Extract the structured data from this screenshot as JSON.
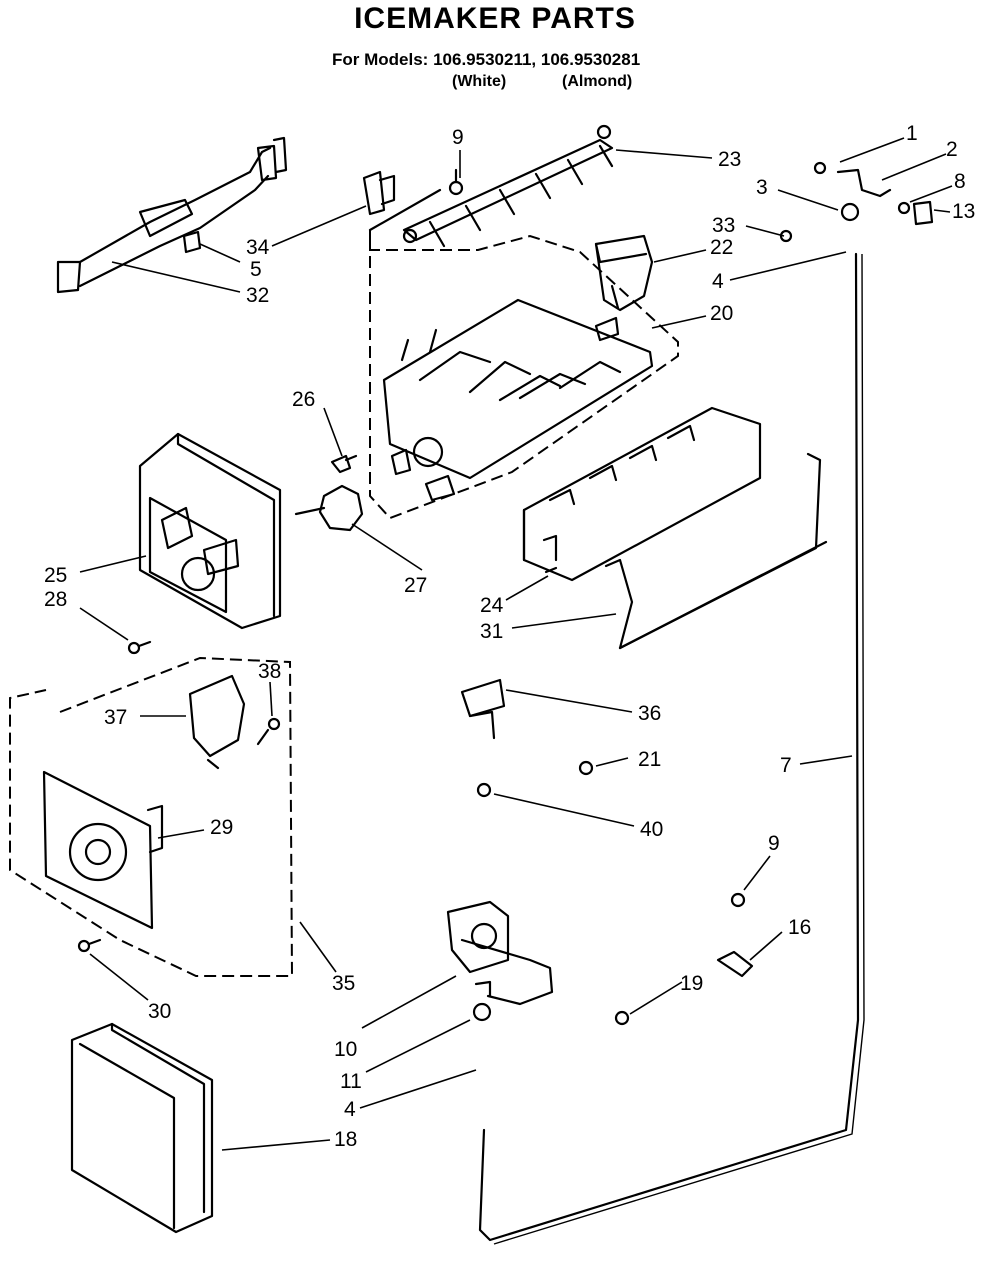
{
  "header": {
    "title": "ICEMAKER PARTS",
    "models_prefix": "For Models:",
    "model_white": "106.9530211,",
    "model_almond": "106.9530281",
    "variant_white": "(White)",
    "variant_almond": "(Almond)"
  },
  "callouts": [
    {
      "id": "c1",
      "text": "1"
    },
    {
      "id": "c2",
      "text": "2"
    },
    {
      "id": "c3",
      "text": "3"
    },
    {
      "id": "c8",
      "text": "8"
    },
    {
      "id": "c13",
      "text": "13"
    },
    {
      "id": "c33",
      "text": "33"
    },
    {
      "id": "c22",
      "text": "22"
    },
    {
      "id": "c4a",
      "text": "4"
    },
    {
      "id": "c23",
      "text": "23"
    },
    {
      "id": "c9a",
      "text": "9"
    },
    {
      "id": "c34",
      "text": "34"
    },
    {
      "id": "c5",
      "text": "5"
    },
    {
      "id": "c32",
      "text": "32"
    },
    {
      "id": "c20",
      "text": "20"
    },
    {
      "id": "c26",
      "text": "26"
    },
    {
      "id": "c27",
      "text": "27"
    },
    {
      "id": "c25",
      "text": "25"
    },
    {
      "id": "c28",
      "text": "28"
    },
    {
      "id": "c24",
      "text": "24"
    },
    {
      "id": "c31",
      "text": "31"
    },
    {
      "id": "c38",
      "text": "38"
    },
    {
      "id": "c37",
      "text": "37"
    },
    {
      "id": "c29",
      "text": "29"
    },
    {
      "id": "c36",
      "text": "36"
    },
    {
      "id": "c21",
      "text": "21"
    },
    {
      "id": "c40",
      "text": "40"
    },
    {
      "id": "c7",
      "text": "7"
    },
    {
      "id": "c9b",
      "text": "9"
    },
    {
      "id": "c16",
      "text": "16"
    },
    {
      "id": "c19",
      "text": "19"
    },
    {
      "id": "c35",
      "text": "35"
    },
    {
      "id": "c30",
      "text": "30"
    },
    {
      "id": "c10",
      "text": "10"
    },
    {
      "id": "c11",
      "text": "11"
    },
    {
      "id": "c4b",
      "text": "4"
    },
    {
      "id": "c18",
      "text": "18"
    }
  ]
}
